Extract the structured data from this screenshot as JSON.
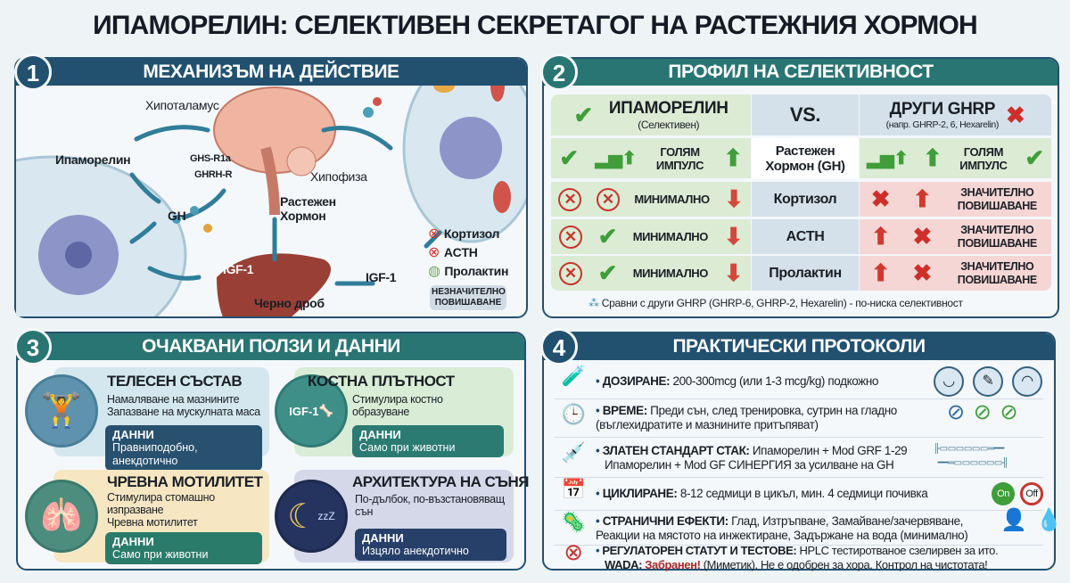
{
  "title": "ИПАМОРЕЛИН: СЕЛЕКТИВЕН СЕКРЕТАГОГ НА РАСТЕЖНИЯ ХОРМОН",
  "colors": {
    "navy": "#22506f",
    "teal": "#287573",
    "green": "#3f9e3a",
    "red": "#cf2f2a"
  },
  "mechanism": {
    "number": "1",
    "heading": "МЕХАНИЗЪМ НА ДЕЙСТВИЕ",
    "labels": {
      "hypothalamus": "Хипоталамус",
      "ipamorelin": "Ипаморелин",
      "ghs": "GHS-R1a",
      "ghrh": "GHRH-R",
      "pituitary": "Хипофиза",
      "gh": "GH",
      "growth_hormone": "Растежен Хормон",
      "igf_liver": "IGF-1",
      "igf_out": "IGF-1",
      "liver": "Черно дроб"
    },
    "legend": [
      {
        "icon": "x-circle-icon",
        "label": "Кортизол"
      },
      {
        "icon": "x-circle-icon",
        "label": "ACTH"
      },
      {
        "icon": "neutral-circle-icon",
        "label": "Пролактин"
      }
    ],
    "legend_badge": "НЕЗНАЧИТЕЛНО ПОВИШАВАНЕ"
  },
  "selectivity": {
    "number": "2",
    "heading": "ПРОФИЛ НА СЕЛЕКТИВНОСТ",
    "left_title": "ИПАМОРЕЛИН",
    "left_sub": "(Селективен)",
    "vs": "VS.",
    "right_title": "ДРУГИ GHRP",
    "right_sub": "(напр. GHRP-2, 6, Hexarelin)",
    "rows": [
      {
        "metric": "Растежен Хормон (GH)",
        "left": "ГОЛЯМ ИМПУЛС",
        "right": "ГОЛЯМ ИМПУЛС"
      },
      {
        "metric": "Кортизол",
        "left": "МИНИМАЛНО",
        "right": "ЗНАЧИТЕЛНО ПОВИШАВАНЕ"
      },
      {
        "metric": "ACTH",
        "left": "МИНИМАЛНО",
        "right": "ЗНАЧИТЕЛНО ПОВИШАВАНЕ"
      },
      {
        "metric": "Пролактин",
        "left": "МИНИМАЛНО",
        "right": "ЗНАЧИТЕЛНО ПОВИШАВАНЕ"
      }
    ],
    "footnote": "Сравни с други GHRP (GHRP-6, GHRP-2, Hexarelin) - по-ниска селективност"
  },
  "benefits": {
    "number": "3",
    "heading": "ОЧАКВАНИ ПОЛЗИ И ДАННИ",
    "data_label": "ДАННИ",
    "cards": [
      {
        "title": "ТЕЛЕСЕН СЪСТАВ",
        "bullets": [
          "Намаляване на мазнините",
          "Запазване на мускулната маса"
        ],
        "data": "Правниподобно, анекдотично",
        "icon": "body-icon"
      },
      {
        "title": "КОСТНА ПЛЪТНОСТ",
        "bullets": [
          "Стимулира костно образуване"
        ],
        "data": "Само при животни",
        "icon": "bone-icon",
        "icon_text": "IGF-1"
      },
      {
        "title": "ЧРЕВНА МОТИЛИТЕТ",
        "bullets": [
          "Стимулира стомашно изпразване",
          "Чревна мотилитет"
        ],
        "data": "Само при животни",
        "icon": "intestine-icon"
      },
      {
        "title": "АРХИТЕКТУРА НА СЪНЯ",
        "bullets": [
          "По-дълбок, по-възстановяващ сън"
        ],
        "data": "Изцяло анекдотично",
        "icon": "moon-icon",
        "icon_text": "zzZ"
      }
    ]
  },
  "protocols": {
    "number": "4",
    "heading": "ПРАКТИЧЕСКИ ПРОТОКОЛИ",
    "rows": [
      {
        "label": "ДОЗИРАНЕ:",
        "text": "200-300mcg (или 1-3 mcg/kg) подкожно",
        "icon": "vial-icon"
      },
      {
        "label": "ВРЕМЕ:",
        "text": "Преди сън, след тренировка, сутрин на гладно (въглехидратите и мазнините притъпяват)",
        "icon": "clock-icon"
      },
      {
        "label": "ЗЛАТЕН СТАНДАРТ СТАК:",
        "text": "Ипаморелин + Mod GRF 1-29",
        "text2": "Ипаморелин + Mod GF СИНЕРГИЯ за усилване на GH",
        "icon": "syringe-icon"
      },
      {
        "label": "ЦИКЛИРАНЕ:",
        "text": "8-12 седмици в цикъл, мин. 4 седмици почивка",
        "icon": "calendar-icon",
        "on": "On",
        "off": "Off"
      },
      {
        "label": "СТРАНИЧНИ ЕФЕКТИ:",
        "text": "Глад, Изтръпване, Замайване/зачервяване, Реакции на мястото на инжектиране, Задържане на вода (минимално)",
        "icon": "virus-icon"
      },
      {
        "label": "РЕГУЛАТОРЕН СТАТУТ И ТЕСТОВЕ:",
        "text": "HPLC тестиротваное сзелирвен за ито.",
        "label2": "WADA:",
        "banned": "Забранен!",
        "text2": "(Миметик). Не е одобрен за хора. Контрол на чистотата!",
        "icon": "prohibited-icon"
      }
    ]
  }
}
